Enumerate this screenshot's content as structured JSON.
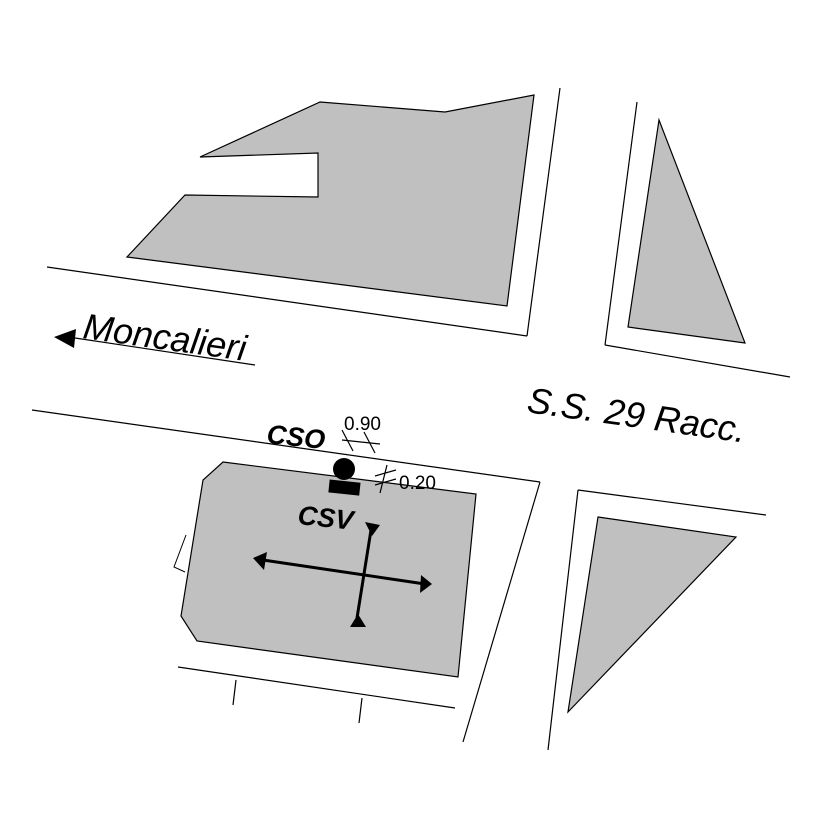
{
  "map": {
    "streets": {
      "moncalieri": "Moncalieri",
      "ss29": "S.S. 29 Racc."
    },
    "sensors": {
      "cso": "CSO",
      "csv": "CSV"
    },
    "distances": {
      "top": "0.90",
      "right": "0.20"
    },
    "colors": {
      "block_fill": "#c0c0c0",
      "outline": "#000000",
      "background": "#ffffff"
    }
  }
}
